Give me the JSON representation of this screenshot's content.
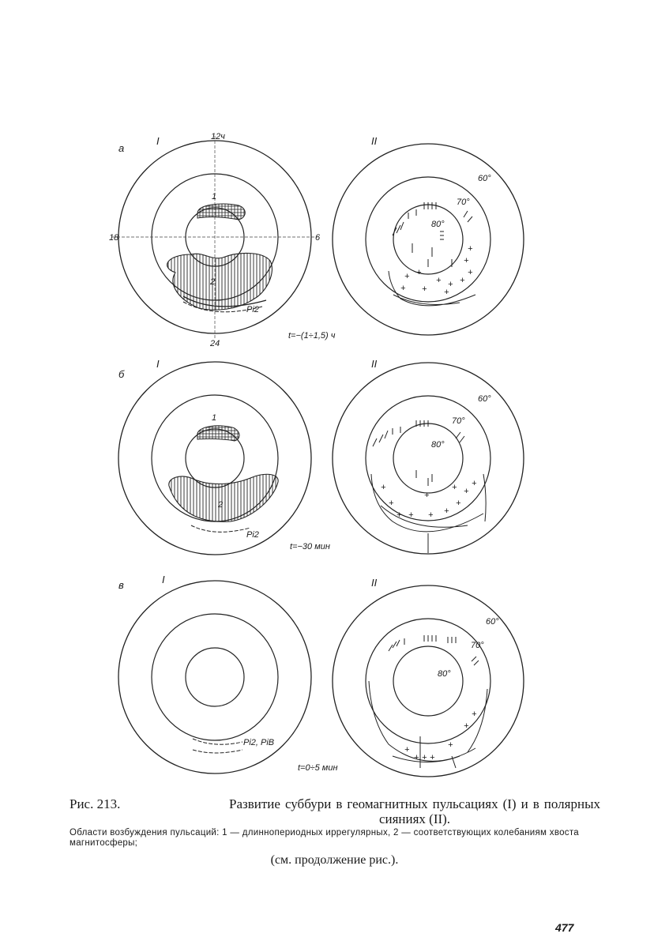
{
  "figure": {
    "panels": [
      {
        "letter": "а",
        "col1": "I",
        "col2": "II",
        "hour_top": "12ч",
        "hour_left": "18",
        "hour_right": "6",
        "hour_bottom": "24",
        "region1": "1",
        "region2": "2",
        "pulsation": "Pi2",
        "time": "t=−(1÷1,5) ч",
        "lat60": "60°",
        "lat70": "70°",
        "lat80": "80°"
      },
      {
        "letter": "б",
        "col1": "I",
        "col2": "II",
        "region1": "1",
        "region2": "2",
        "pulsation": "Pi2",
        "time": "t=−30 мин",
        "lat60": "60°",
        "lat70": "70°",
        "lat80": "80°"
      },
      {
        "letter": "в",
        "col1": "I",
        "col2": "II",
        "pulsation": "Pi2, PiB",
        "time": "t=0÷5 мин",
        "lat60": "60°",
        "lat70": "70°",
        "lat80": "80°"
      }
    ]
  },
  "caption": {
    "lead": "Рис. 213.",
    "title": "Развитие суббури в геомагнитных пульсациях (I) и в полярных сияниях (II).",
    "legend": "Области возбуждения пульсаций: 1 — длиннопериодных иррегулярных, 2 — соответствующих колебаниям хвоста магнитосферы;",
    "continued": "(см. продолжение рис.)."
  },
  "page_number": "477"
}
